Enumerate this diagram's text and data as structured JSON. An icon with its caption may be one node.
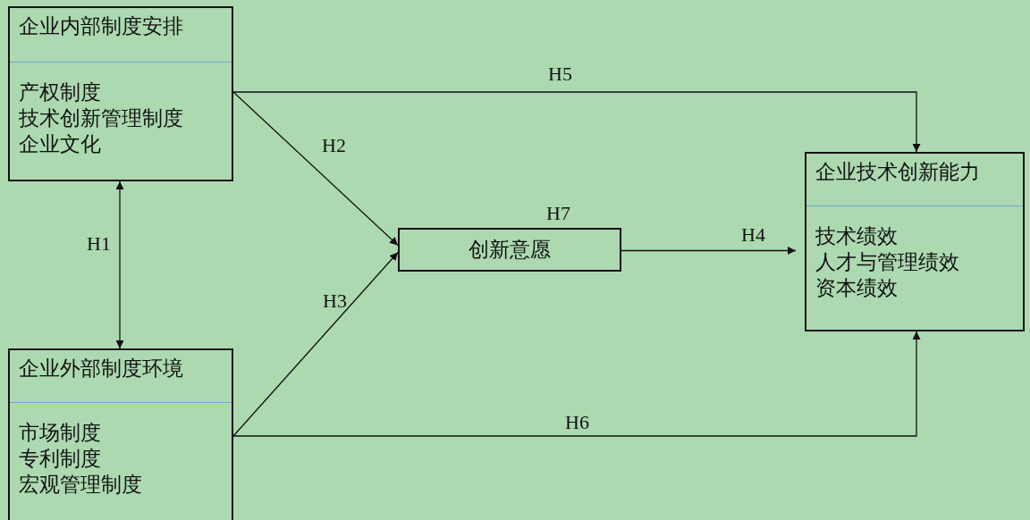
{
  "diagram": {
    "nodes": [
      {
        "text": [
          "企业内部制度安排",
          "产权制度",
          "技术创新管理制度",
          "企业文化"
        ]
      },
      {
        "text": [
          "企业外部制度环境",
          "市场制度",
          "专利制度",
          "宏观管理制度"
        ]
      },
      {
        "text": [
          "创新意愿"
        ],
        "beside": [
          "H7"
        ]
      },
      {
        "text": [
          "企业技术创新能力",
          "技术绩效",
          "人才与管理绩效",
          "资本绩效"
        ]
      }
    ],
    "edges": [
      {
        "from": 0,
        "to": 1,
        "arrow": "both",
        "label": "H1"
      },
      {
        "from": 0,
        "to": 2,
        "arrow": "to",
        "label": "H2"
      },
      {
        "from": 1,
        "to": 2,
        "arrow": "to",
        "label": "H3"
      },
      {
        "from": 2,
        "to": 3,
        "arrow": "to",
        "label": "H4"
      },
      {
        "from": 0,
        "to": 3,
        "arrow": "to",
        "label": "H5"
      },
      {
        "from": 1,
        "to": 3,
        "arrow": "to",
        "label": "H6"
      }
    ]
  }
}
